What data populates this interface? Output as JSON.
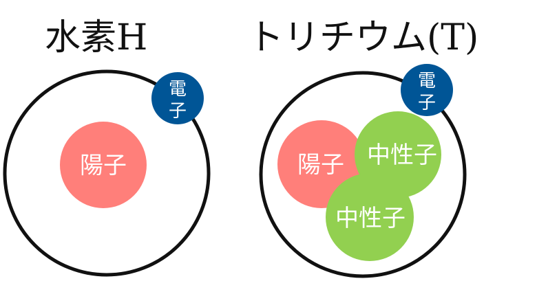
{
  "hydrogen": {
    "title": "水素H",
    "electron": "電子",
    "proton": "陽子"
  },
  "tritium": {
    "title": "トリチウム(T)",
    "electron": "電子",
    "proton": "陽子",
    "neutron1": "中性子",
    "neutron2": "中性子"
  },
  "colors": {
    "proton": "#ff7f7a",
    "neutron": "#92d050",
    "electron": "#005596",
    "shell": "#111111"
  }
}
